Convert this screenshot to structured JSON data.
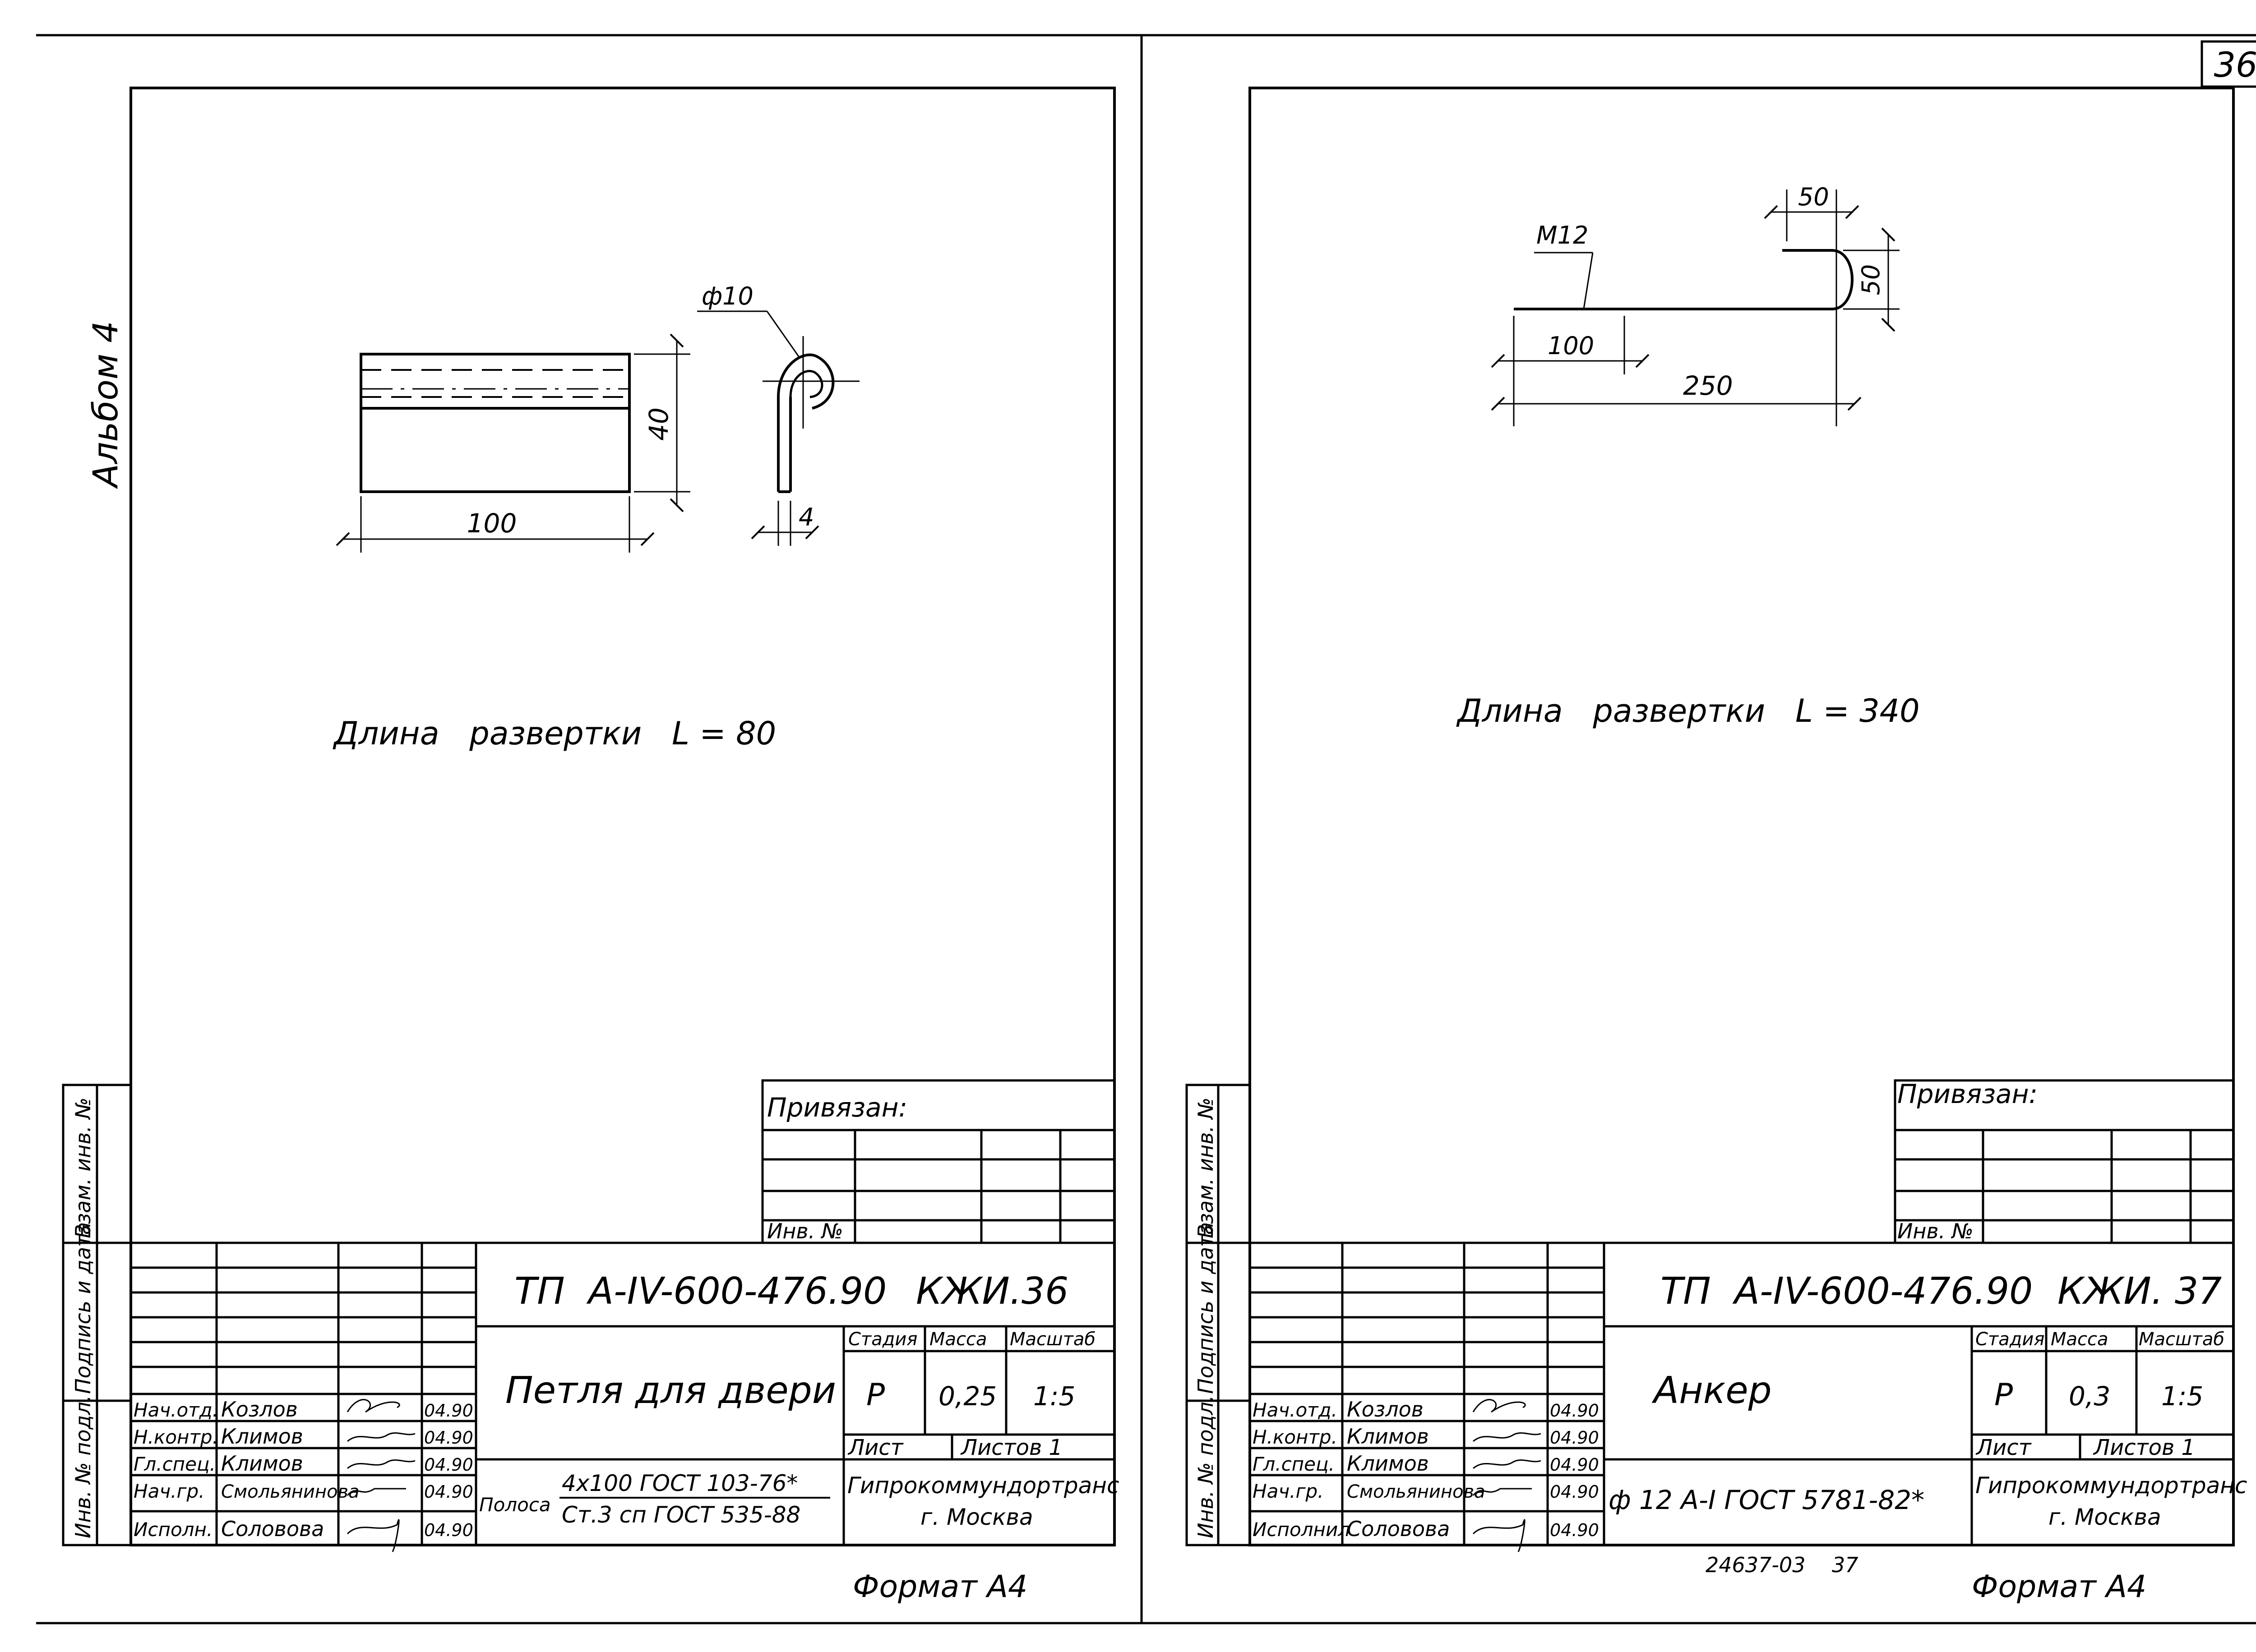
{
  "album": "Альбом 4",
  "page_number": "36",
  "left_sheet": {
    "dim_width": "100",
    "dim_height": "40",
    "dim_diameter": "ф10",
    "dim_thickness": "4",
    "unfold_length": "Длина   развертки   L = 80",
    "privyazan": "Привязан:",
    "inv_no": "Инв. №",
    "doc_code": "ТП  А-IV-600-476.90",
    "sheet_code": "КЖИ.36",
    "title": "Петля для двери",
    "stage_h": "Стадия",
    "mass_h": "Масса",
    "scale_h": "Масштаб",
    "stage": "Р",
    "mass": "0,25",
    "scale": "1:5",
    "list_h": "Лист",
    "lists_h": "Листов 1",
    "org": "Гипрокоммундортранс",
    "city": "г. Москва",
    "material_prefix": "Полоса",
    "material_1": "4х100 ГОСТ 103-76*",
    "material_2": "Ст.3 сп ГОСТ 535-88",
    "format": "Формат А4",
    "roles": [
      "Нач.отд.",
      "Н.контр.",
      "Гл.спец.",
      "Нач.гр.",
      "Исполн."
    ],
    "names": [
      "Козлов",
      "Климов",
      "Климов",
      "Смольянинова",
      "Соловова"
    ],
    "dates": [
      "04.90",
      "04.90",
      "04.90",
      "04.90",
      "04.90"
    ]
  },
  "right_sheet": {
    "dim_thread": "М12",
    "dim_top": "50",
    "dim_side": "50",
    "dim_thread_len": "100",
    "dim_total": "250",
    "unfold_length": "Длина   развертки   L = 340",
    "privyazan": "Привязан:",
    "inv_no": "Инв. №",
    "doc_code": "ТП  А-IV-600-476.90",
    "sheet_code": "КЖИ. 37",
    "title": "Анкер",
    "stage_h": "Стадия",
    "mass_h": "Масса",
    "scale_h": "Масштаб",
    "stage": "Р",
    "mass": "0,3",
    "scale": "1:5",
    "list_h": "Лист",
    "lists_h": "Листов 1",
    "org": "Гипрокоммундортранс",
    "city": "г. Москва",
    "material": "ф 12 А-I ГОСТ 5781-82*",
    "stamp": "24637-03    37",
    "format": "Формат А4",
    "roles": [
      "Нач.отд.",
      "Н.контр.",
      "Гл.спец.",
      "Нач.гр.",
      "Исполнил"
    ],
    "names": [
      "Козлов",
      "Климов",
      "Климов",
      "Смольянинова",
      "Соловова"
    ],
    "dates": [
      "04.90",
      "04.90",
      "04.90",
      "04.90",
      "04.90"
    ]
  },
  "side_labels": [
    "Инв. № подл.",
    "Подпись и дата",
    "Взам. инв. №"
  ]
}
